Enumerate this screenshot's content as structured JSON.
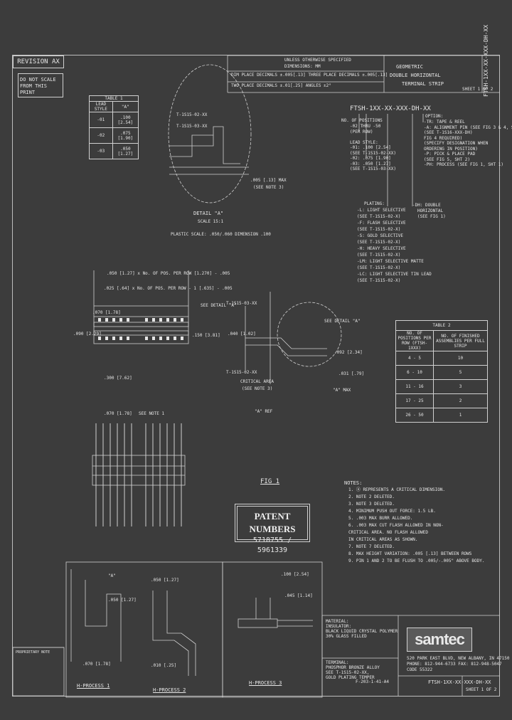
{
  "revision": "REVISION AX",
  "scale_note": [
    "DO NOT SCALE",
    "FROM THIS PRINT"
  ],
  "title_block": {
    "description_lines": [
      "GEOMETRIC",
      "DOUBLE HORIZONTAL",
      "TERMINAL STRIP"
    ],
    "part_vertical": "FTSH-1XX-XX-XXX-DH-XX",
    "sheet": "SHEET 1 OF 2",
    "tolerance_1": "DIM PLACE DECIMALS ±.005[.13] THREE PLACE DECIMALS ±.005[.13]",
    "tolerance_2": "TWO PLACE DECIMALS ±.01[.25] ANGLES ±2°",
    "units_header": "UNLESS OTHERWISE SPECIFIED",
    "mm_header": "DIMENSIONS: MM",
    "company_address": [
      "520 PARK EAST BLVD, NEW ALBANY, IN 47150",
      "PHONE: 812-944-6733 FAX: 812-948-5047",
      "CODE 55322"
    ],
    "file": "F-203-1-41-A4",
    "part_bottom": "FTSH-1XX-XX-XXX-DH-XX",
    "sheet_bottom": "SHEET 1 OF 2",
    "brand": "samtec",
    "material": [
      "MATERIAL:",
      "INSULATOR:",
      "BLACK LIQUID CRYSTAL POLYMER",
      "30% GLASS FILLED"
    ],
    "terminal": [
      "TERMINAL:",
      "PHOSPHOR BRONZE ALLOY",
      "SEE T-1S15-02-XX,",
      "GOLD PLATING TEMPER"
    ],
    "proprietary": "PROPRIETARY NOTE"
  },
  "part_number_callout": "FTSH-1XX-XX-XXX-DH-XX",
  "options_left": {
    "header": "NO. OF POSITIONS",
    "lines": [
      "-02 THRU -50",
      "(PER ROW)",
      "",
      "LEAD STYLE:",
      "-01: .100 [2.54]",
      "(SEE T-1S15-02-XX)",
      "-02: .075 [1.90]",
      "-03: .050 [1.27]",
      "(SEE T-1S15-03-XX)"
    ]
  },
  "options_right": {
    "header": "OPTION:",
    "lines": [
      "-TR: TAPE & REEL",
      "-A: ALIGNMENT PIN (SEE FIG 3 & 4, SHT 2)",
      "(SEE T-1S16-XXX-DH)",
      "FIG 4 REQUIRED)",
      "(SPECIFY DESIGNATION WHEN",
      "ORDERING IN POSITION)",
      "-P: PICK & PLACE PAD",
      "(SEE FIG 5, SHT 2)",
      "-PH: PROCESS (SEE FIG 1, SHT 1)"
    ]
  },
  "plating": {
    "header": "PLATING:",
    "lines": [
      "-L: LIGHT SELECTIVE",
      "(SEE T-1S15-02-X)",
      "-F: FLASH SELECTIVE",
      "(SEE T-1S15-02-X)",
      "-S: GOLD SELECTIVE",
      "(SEE T-1S15-02-X)",
      "-H: HEAVY SELECTIVE",
      "(SEE T-1S15-02-X)",
      "-LM: LIGHT SELECTIVE MATTE",
      "(SEE T-1S15-02-X)",
      "-LC: LIGHT SELECTIVE TIN LEAD",
      "(SEE T-1S15-02-X)"
    ]
  },
  "other": {
    "header": "-DH: DOUBLE",
    "lines": [
      "HORIZONTAL",
      "(SEE FIG 1)"
    ]
  },
  "table1": {
    "header": "TABLE 1",
    "col_a": "LEAD STYLE",
    "col_b": "\"A\"",
    "rows": [
      [
        "-01",
        ".100 [2.54]"
      ],
      [
        "-02",
        ".075 [1.90]"
      ],
      [
        "-03",
        ".050 [1.27]"
      ]
    ]
  },
  "table2": {
    "header": "TABLE 2",
    "col_a": "NO. OF POSITIONS PER ROW (FTSH-1XXX)",
    "col_b": "NO. OF FINISHED ASSEMBLIES PER FULL STRIP",
    "rows": [
      [
        "4 - 5",
        "10"
      ],
      [
        "6 - 10",
        "5"
      ],
      [
        "11 - 16",
        "3"
      ],
      [
        "17 - 25",
        "2"
      ],
      [
        "26 - 50",
        "1"
      ]
    ]
  },
  "detail": {
    "label": "DETAIL \"A\"",
    "scale": "SCALE 15:1",
    "plastic": "PLASTIC SCALE: .050/.060 DIMENSION .100",
    "callouts": [
      "T-1S15-02-XX",
      "T-1S15-03-XX",
      ".005 [.13] MAX",
      "(SEE NOTE 3)"
    ]
  },
  "fig1": {
    "label": "FIG 1",
    "dims": [
      ".050 [1.27] x No. OF POS. PER ROW [1.270] - .005",
      ".025 [.64] x No. OF POS. PER ROW - 1 [.635] - .005",
      ".070 [1.78]",
      ".090 [2.29]",
      "SEE DETAIL \"A\"",
      ".150 [3.81]",
      ".300 [7.62]",
      "SEE NOTE 1"
    ],
    "side_callouts": [
      "T-1S15-03-XX",
      "T-1S15-02-XX",
      "CRITICAL AREA",
      "(SEE NOTE 3)",
      ".040 [1.02]",
      "SEE DETAIL \"A\"",
      ".092 [2.34]",
      ".031 [.79]",
      "\"A\" MAX",
      "\"A\" REF"
    ]
  },
  "patent": {
    "title": "PATENT NUMBERS",
    "numbers": "5718755 / 5961339"
  },
  "notes": {
    "header": "NOTES:",
    "items": [
      "1. ⓐ REPRESENTS A CRITICAL DIMENSION.",
      "2. NOTE 2 DELETED.",
      "3. NOTE 3 DELETED.",
      "4. MINIMUM PUSH OUT FORCE: 1.5 LB.",
      "5. .003 MAX BURR ALLOWED.",
      "6. .003 MAX CUT FLASH ALLOWED IN NON-",
      "   CRITICAL AREA. NO FLASH ALLOWED",
      "   IN CRITICAL AREAS AS SHOWN.",
      "7. NOTE 7 DELETED.",
      "8. MAX HEIGHT VARIATION: .005 [.13] BETWEEN ROWS",
      "9. PIN 1 AND 2 TO BE FLUSH TO .005/-.005\" ABOVE BODY."
    ]
  },
  "processes": {
    "p1": "H-PROCESS 1",
    "p2": "H-PROCESS 2",
    "p3": "H-PROCESS 3",
    "dims": [
      "\"A\"",
      ".050 [1.27]",
      ".070 [1.78]",
      ".010 [.25]",
      ".050 [1.27]",
      ".100 [2.54]",
      ".045 [1.14]"
    ]
  }
}
